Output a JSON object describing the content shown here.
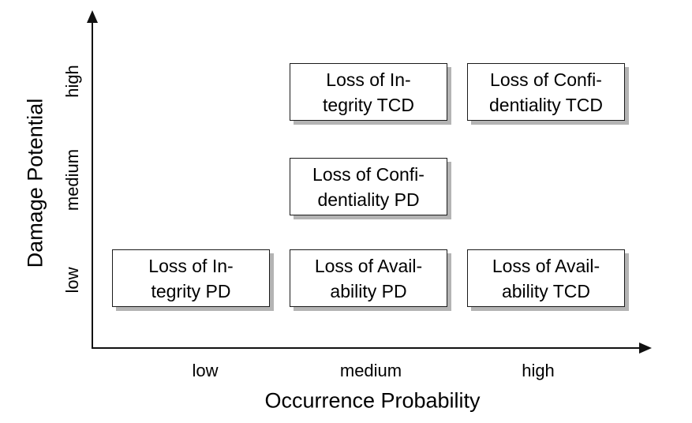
{
  "chart_data": {
    "type": "scatter",
    "title": "",
    "xlabel": "Occurrence Probability",
    "ylabel": "Damage Potential",
    "x_ticks": [
      "low",
      "medium",
      "high"
    ],
    "y_ticks": [
      "low",
      "medium",
      "high"
    ],
    "grid": false,
    "legend": false,
    "points": [
      {
        "label": "Loss of Integrity TCD",
        "lines": [
          "Loss of In-",
          "tegrity TCD"
        ],
        "x": "medium",
        "y": "high"
      },
      {
        "label": "Loss of Confidentiality TCD",
        "lines": [
          "Loss of Confi-",
          "dentiality TCD"
        ],
        "x": "high",
        "y": "high"
      },
      {
        "label": "Loss of Confidentiality PD",
        "lines": [
          "Loss of Confi-",
          "dentiality PD"
        ],
        "x": "medium",
        "y": "medium"
      },
      {
        "label": "Loss of Integrity PD",
        "lines": [
          "Loss of In-",
          "tegrity PD"
        ],
        "x": "low",
        "y": "low"
      },
      {
        "label": "Loss of Availability PD",
        "lines": [
          "Loss of Avail-",
          "ability PD"
        ],
        "x": "medium",
        "y": "low"
      },
      {
        "label": "Loss of Availability TCD",
        "lines": [
          "Loss of Avail-",
          "ability TCD"
        ],
        "x": "high",
        "y": "low"
      }
    ]
  },
  "colors": {
    "background": "#ffffff",
    "text": "#000000",
    "axis": "#111111",
    "box_fill": "#ffffff",
    "box_border": "#1a1a1a",
    "box_shadow": "#b4b4b4"
  }
}
